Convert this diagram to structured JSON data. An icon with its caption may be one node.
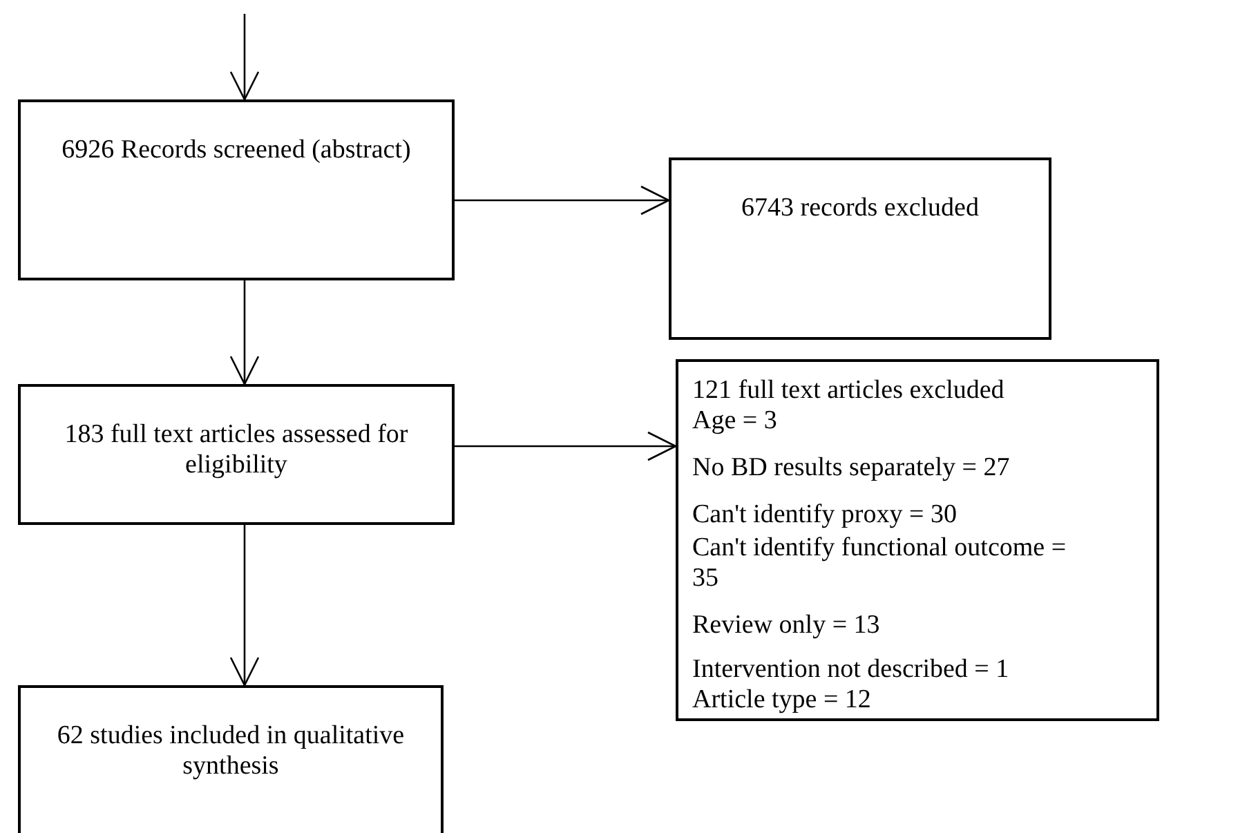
{
  "diagram": {
    "nodes": [
      {
        "text": [
          "6926 Records screened (abstract)"
        ]
      },
      {
        "text": [
          "6743 records excluded"
        ]
      },
      {
        "text": [
          "183 full text articles assessed for eligibility"
        ]
      },
      {
        "text": [
          "121 full text articles excluded",
          "Age = 3",
          "No BD results separately = 27",
          "Can't identify proxy = 30",
          "Can't identify functional outcome = 35",
          "Review only = 13",
          "Intervention not described = 1",
          "Article type = 12"
        ]
      },
      {
        "text": [
          "62 studies included in qualitative synthesis"
        ]
      }
    ],
    "edges": [
      {
        "from": null,
        "to": 0,
        "arrow": "to"
      },
      {
        "from": 0,
        "to": 1,
        "arrow": "to"
      },
      {
        "from": 0,
        "to": 2,
        "arrow": "to"
      },
      {
        "from": 2,
        "to": 3,
        "arrow": "to"
      },
      {
        "from": 2,
        "to": 4,
        "arrow": "to"
      }
    ]
  }
}
